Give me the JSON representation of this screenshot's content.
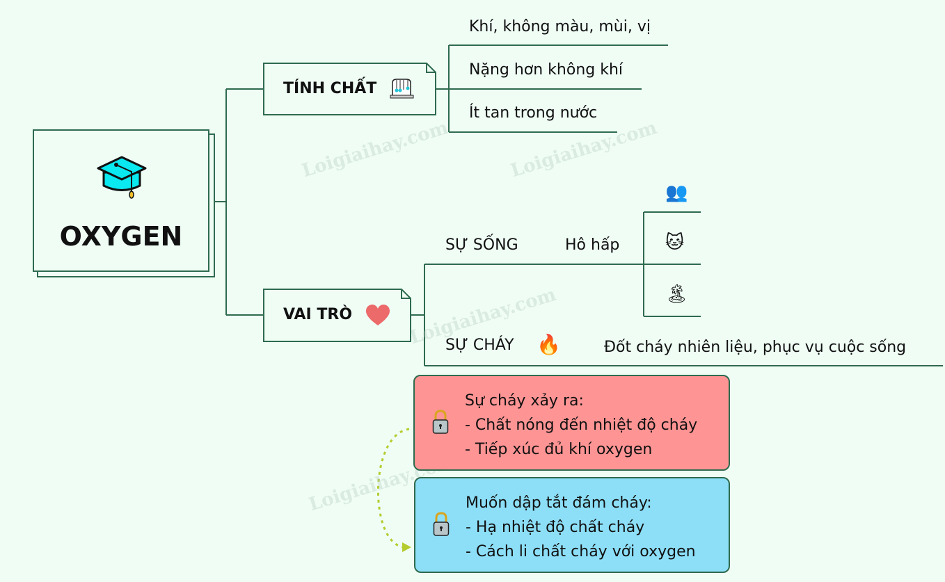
{
  "central": {
    "title": "OXYGEN",
    "icon": "graduation-cap-icon"
  },
  "branches": [
    {
      "label": "TÍNH CHẤT",
      "icon": "newtons-cradle-icon",
      "children": [
        "Khí, không màu, mùi, vị",
        "Nặng hơn không khí",
        "Ít tan trong nước"
      ]
    },
    {
      "label": "VAI TRÒ",
      "icon": "heart-icon",
      "children": [
        {
          "label": "SỰ SỐNG",
          "child": "Hô hấp",
          "icons": [
            "people-icon",
            "cat-icon",
            "island-tree-icon"
          ]
        },
        {
          "label": "SỰ CHÁY",
          "icon": "fire-icon",
          "child": "Đốt cháy nhiên liệu, phục vụ cuộc sống"
        }
      ]
    }
  ],
  "notes": [
    {
      "lines": [
        "Sự cháy xảy ra:",
        "- Chất nóng đến nhiệt độ cháy",
        "- Tiếp xúc đủ khí oxygen"
      ],
      "color": "#ff9494",
      "icon": "lock-icon"
    },
    {
      "lines": [
        "Muốn dập tắt đám cháy:",
        "- Hạ nhiệt độ chất cháy",
        "- Cách li chất cháy với oxygen"
      ],
      "color": "#8ddff8",
      "icon": "lock-icon"
    }
  ],
  "watermark": "Loigiaihay.com",
  "colors": {
    "line": "#2e6b4e",
    "background": "#effdf5",
    "arrow": "#b5cc2e"
  }
}
